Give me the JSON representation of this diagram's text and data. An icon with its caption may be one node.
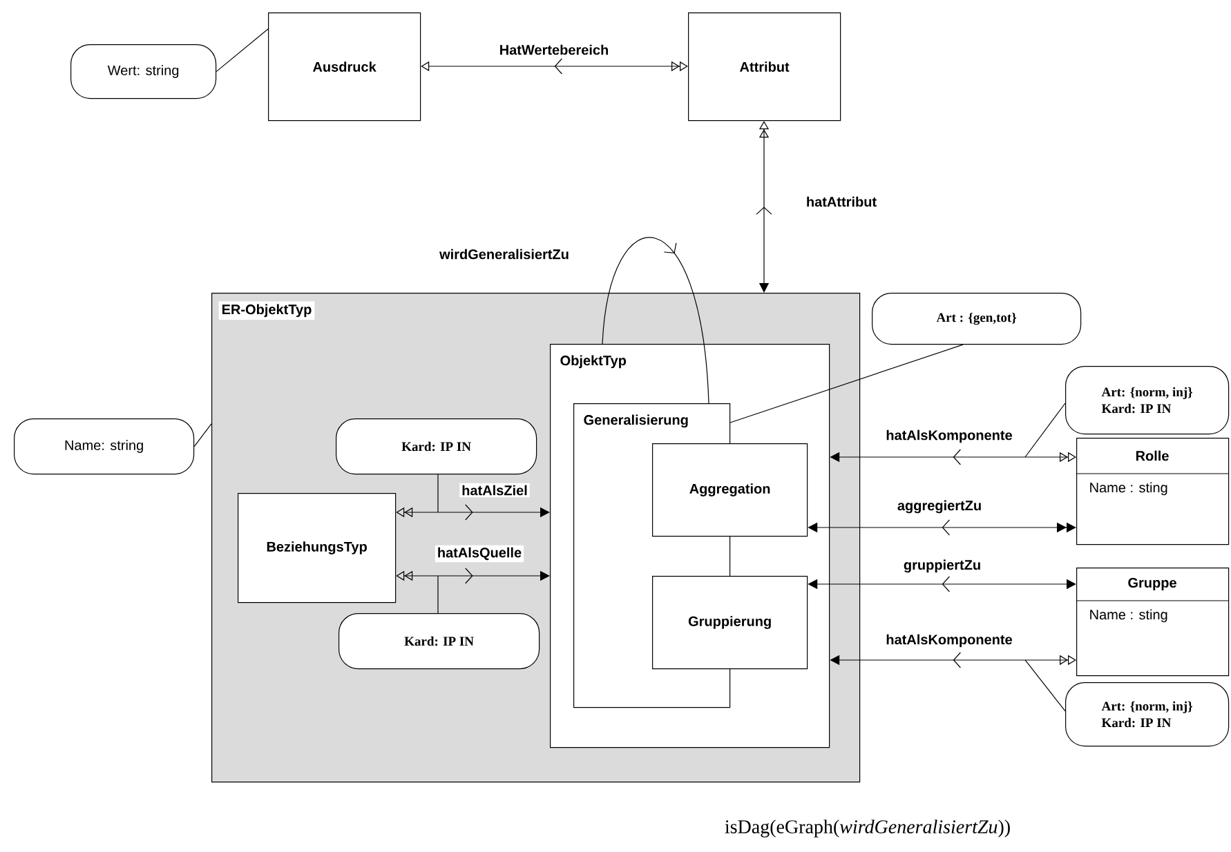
{
  "diagram": {
    "nodes": [
      {
        "text": [
          "Wert: string"
        ]
      },
      {
        "text": [
          "Ausdruck"
        ]
      },
      {
        "text": [
          "Attribut"
        ]
      },
      {
        "text": [
          "ER-ObjektTyp"
        ]
      },
      {
        "text": [
          "ObjektTyp"
        ],
        "in": 3
      },
      {
        "text": [
          "Generalisierung"
        ],
        "in": 4
      },
      {
        "text": [
          "Aggregation"
        ],
        "in": 4
      },
      {
        "text": [
          "Gruppierung"
        ],
        "in": 4
      },
      {
        "text": [
          "BeziehungsTyp"
        ],
        "in": 3
      },
      {
        "text": [
          "Kard: IP IN"
        ],
        "in": 3
      },
      {
        "text": [
          "Kard: IP IN"
        ],
        "in": 3
      },
      {
        "text": [
          "Art : {gen,tot}"
        ]
      },
      {
        "text": [
          "Art: {norm, inj}",
          "Kard: IP IN"
        ]
      },
      {
        "text": [
          "Rolle",
          "Name : sting"
        ]
      },
      {
        "text": [
          "Gruppe",
          "Name : sting"
        ]
      },
      {
        "text": [
          "Art: {norm, inj}",
          "Kard: IP IN"
        ]
      },
      {
        "text": [
          "Name: string"
        ]
      }
    ],
    "edges": [
      {
        "from": 0,
        "to": 1,
        "arrow": "none"
      },
      {
        "from": 1,
        "to": 2,
        "arrow": "both",
        "label": "HatWertebereich"
      },
      {
        "from": 2,
        "to": 3,
        "arrow": "both",
        "label": "hatAttribut"
      },
      {
        "from": 4,
        "to": 5,
        "arrow": "to",
        "label": "wirdGeneralisiertZu"
      },
      {
        "from": 8,
        "to": 4,
        "arrow": "both",
        "label": "hatAlsZiel"
      },
      {
        "from": 8,
        "to": 4,
        "arrow": "both",
        "label": "hatAlsQuelle"
      },
      {
        "from": 9,
        "to": null,
        "arrow": "none"
      },
      {
        "from": 10,
        "to": null,
        "arrow": "none"
      },
      {
        "from": 11,
        "to": 5,
        "arrow": "none"
      },
      {
        "from": 4,
        "to": 13,
        "arrow": "both",
        "label": "hatAlsKomponente"
      },
      {
        "from": 6,
        "to": 13,
        "arrow": "both",
        "label": "aggregiertZu"
      },
      {
        "from": 7,
        "to": 14,
        "arrow": "both",
        "label": "gruppiertZu"
      },
      {
        "from": 4,
        "to": 14,
        "arrow": "both",
        "label": "hatAlsKomponente"
      },
      {
        "from": 12,
        "to": null,
        "arrow": "none"
      },
      {
        "from": 15,
        "to": null,
        "arrow": "none"
      },
      {
        "from": 16,
        "to": 3,
        "arrow": "none"
      }
    ],
    "labels": [
      "isDag(eGraph(*wirdGeneralisiertZu*))"
    ]
  }
}
